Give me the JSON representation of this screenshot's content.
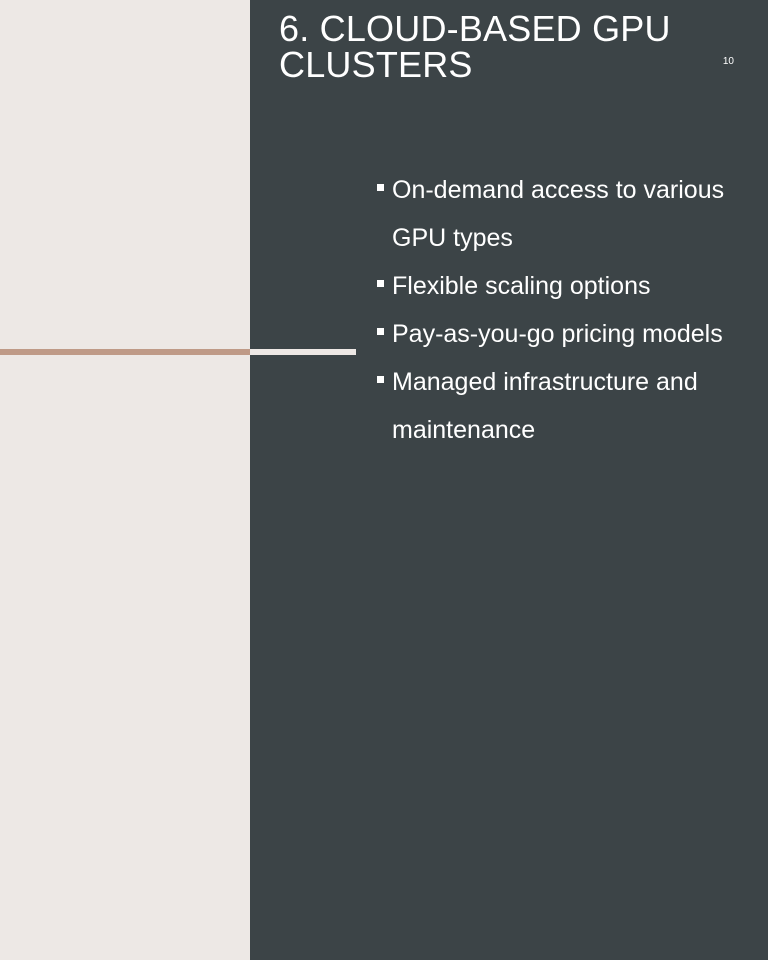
{
  "slide": {
    "title": "6. CLOUD-BASED GPU CLUSTERS",
    "page_number": "10",
    "bullets": [
      "On-demand access to various GPU types",
      "Flexible scaling options",
      "Pay-as-you-go pricing models",
      "Managed infrastructure and maintenance"
    ]
  },
  "colors": {
    "light_background": "#ede8e5",
    "dark_panel": "#3c4447",
    "accent_rule": "#bf9a87",
    "text": "#ffffff"
  },
  "icons": {
    "bullet": "square-bullet-icon"
  }
}
